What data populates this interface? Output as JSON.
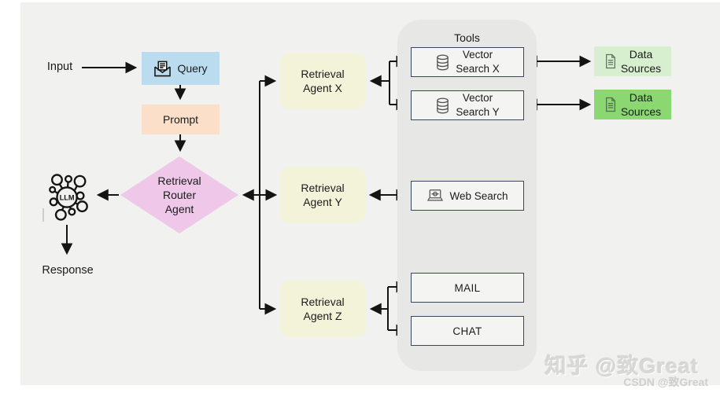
{
  "page": {
    "bg": "#f1f1ef",
    "margin": "#ffffff"
  },
  "flow": {
    "input_label": "Input",
    "query": {
      "label": "Query",
      "icon": "open-envelope-icon",
      "bg": "#badcee"
    },
    "prompt": {
      "label": "Prompt",
      "bg": "#fcdfc9"
    },
    "router": {
      "lines": [
        "Retrieval",
        "Router",
        "Agent"
      ],
      "bg": "#eec7e9"
    },
    "llm": {
      "label": "LLM",
      "icon": "llm-network-icon"
    },
    "response_label": "Response"
  },
  "agents": {
    "bg": "#f3f3da",
    "items": [
      {
        "lines": [
          "Retrieval",
          "Agent X"
        ]
      },
      {
        "lines": [
          "Retrieval",
          "Agent Y"
        ]
      },
      {
        "lines": [
          "Retrieval",
          "Agent Z"
        ]
      }
    ]
  },
  "tools": {
    "title": "Tools",
    "panel_bg": "#e7e7e6",
    "box_bg": "#f4f4f2",
    "box_border": "#37465c",
    "items": [
      {
        "lines": [
          "Vector",
          "Search X"
        ],
        "icon": "database-icon"
      },
      {
        "lines": [
          "Vector",
          "Search Y"
        ],
        "icon": "database-icon"
      },
      {
        "lines": [
          "Web Search"
        ],
        "icon": "web-browser-icon"
      },
      {
        "lines": [
          "MAIL"
        ]
      },
      {
        "lines": [
          "CHAT"
        ]
      }
    ]
  },
  "data_sources": {
    "items": [
      {
        "lines": [
          "Data",
          "Sources"
        ],
        "bg": "#d8efcf",
        "icon": "document-icon"
      },
      {
        "lines": [
          "Data",
          "Sources"
        ],
        "bg": "#8bd873",
        "icon": "document-icon"
      }
    ]
  },
  "arrow_color": "#141414",
  "watermarks": {
    "primary": "知乎 @致Great",
    "secondary": "CSDN @致Great"
  }
}
